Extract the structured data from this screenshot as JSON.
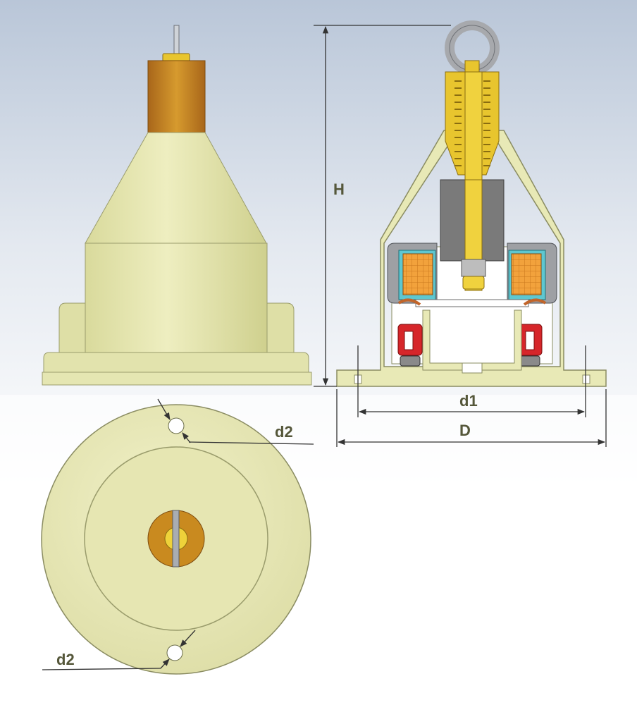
{
  "labels": {
    "height": "H",
    "inner_diameter": "d1",
    "outer_diameter": "D",
    "hole_diameter_top": "d2",
    "hole_diameter_bottom": "d2"
  },
  "colors": {
    "body": "#e6e6b0",
    "body_shade": "#cfd08e",
    "outline": "#8a8c62",
    "brass": "#c98a1f",
    "gold_part": "#eacd3a",
    "coil": "#f0a03a",
    "core_grey": "#7a7a7a",
    "contact_red": "#d6262a",
    "dimension_line": "#333333",
    "sky_top": "#b9c6d8"
  },
  "icons": [
    "lifting-eye-icon",
    "spring-icon",
    "coil-icon",
    "contact-icon"
  ]
}
